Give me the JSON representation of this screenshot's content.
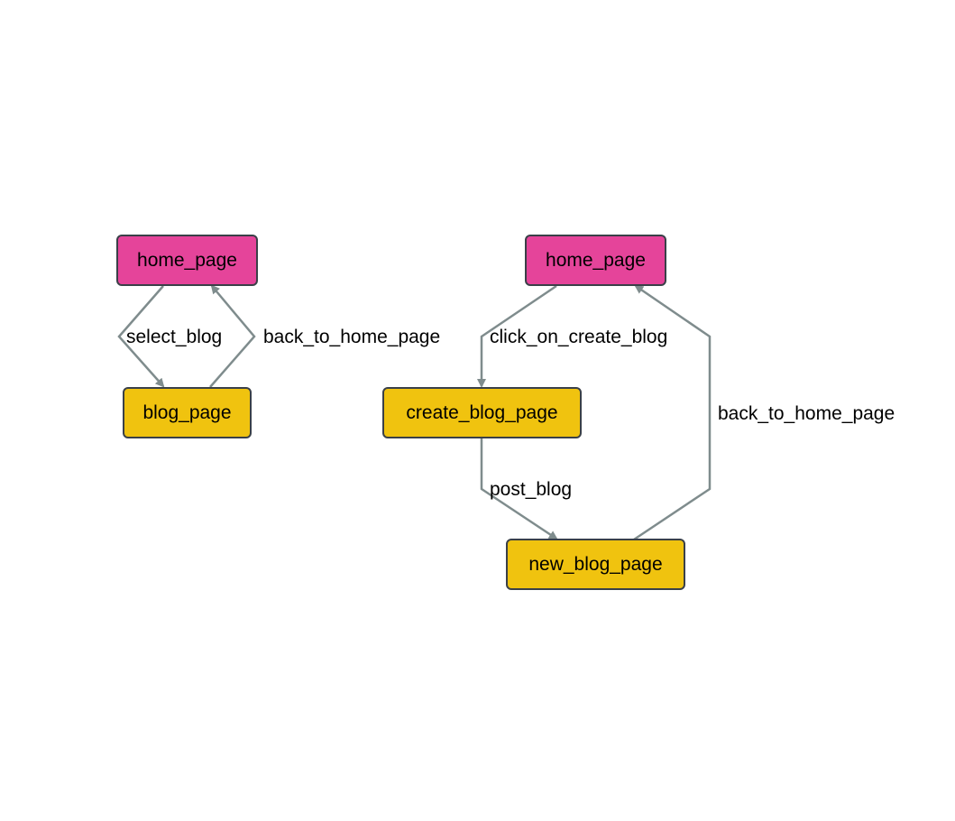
{
  "colors": {
    "start_node": "#e5449a",
    "page_node": "#f0c30f",
    "edge": "#7f8c8d",
    "node_border": "#3a4048"
  },
  "diagram1": {
    "nodes": {
      "home": "home_page",
      "blog": "blog_page"
    },
    "edges": {
      "select_blog": "select_blog",
      "back_to_home": "back_to_home_page"
    }
  },
  "diagram2": {
    "nodes": {
      "home": "home_page",
      "create": "create_blog_page",
      "new_blog": "new_blog_page"
    },
    "edges": {
      "click_on_create": "click_on_create_blog",
      "post_blog": "post_blog",
      "back_to_home": "back_to_home_page"
    }
  }
}
